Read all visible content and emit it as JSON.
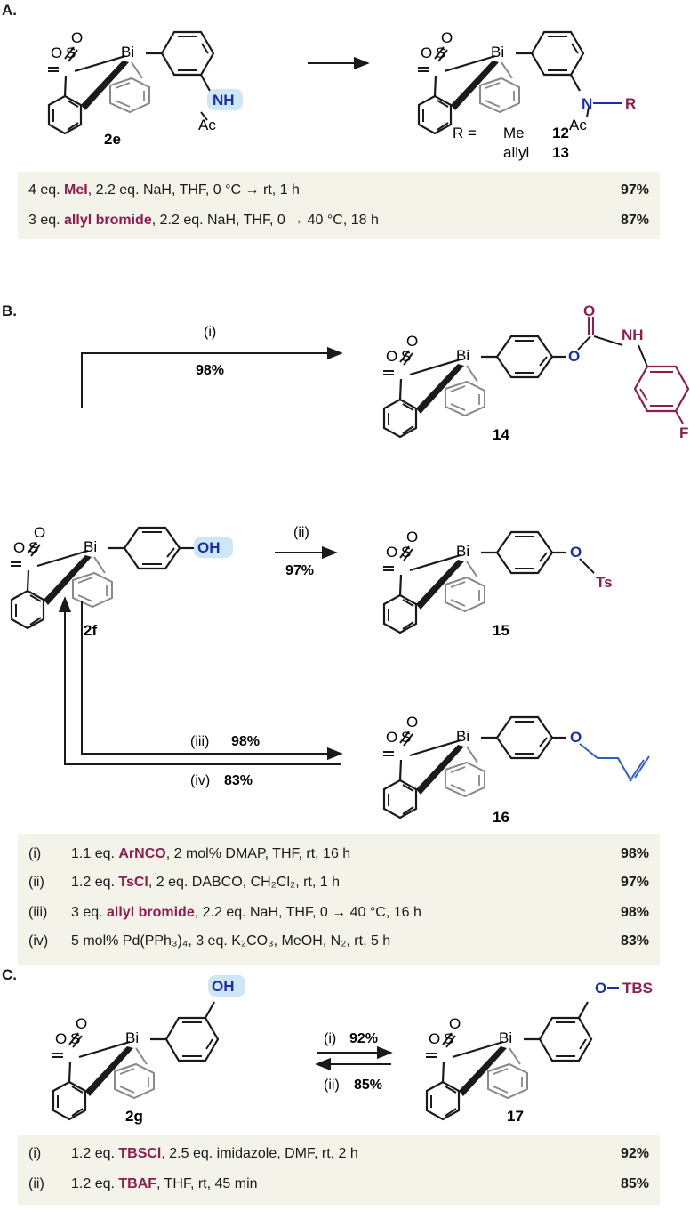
{
  "sections": {
    "a": "A.",
    "b": "B.",
    "c": "C."
  },
  "atoms": {
    "bi": "Bi",
    "s": "S",
    "o": "O",
    "nh": "NH",
    "n": "N",
    "r": "R",
    "ac": "Ac",
    "oh": "OH",
    "f": "F",
    "ts": "Ts",
    "tbs": "TBS"
  },
  "compounds": {
    "c2e": "2e",
    "c12": "12",
    "c13": "13",
    "c14": "14",
    "c2f": "2f",
    "c15": "15",
    "c16": "16",
    "c2g": "2g",
    "c17": "17"
  },
  "r_def": {
    "r_eq": "R  =",
    "me": "Me",
    "allyl": "allyl"
  },
  "arrows": {
    "b_i": "(i)",
    "b_i_y": "98%",
    "b_ii": "(ii)",
    "b_ii_y": "97%",
    "b_iii": "(iii)",
    "b_iii_y": "98%",
    "b_iv": "(iv)",
    "b_iv_y": "83%",
    "c_i": "(i)",
    "c_i_y": "92%",
    "c_ii": "(ii)",
    "c_ii_y": "85%"
  },
  "conditions_a": [
    {
      "pre": "4 eq. ",
      "reagent": "MeI",
      "post": ", 2.2 eq. NaH, THF, 0 °C → rt, 1 h",
      "yield": "97%"
    },
    {
      "pre": "3 eq. ",
      "reagent": "allyl bromide",
      "post": ", 2.2 eq. NaH, THF, 0 → 40 °C, 18 h",
      "yield": "87%"
    }
  ],
  "conditions_b": [
    {
      "tag": "(i)",
      "pre": "1.1 eq. ",
      "reagent": "ArNCO",
      "post": ", 2 mol% DMAP, THF, rt, 16 h",
      "yield": "98%"
    },
    {
      "tag": "(ii)",
      "pre": "1.2 eq. ",
      "reagent": "TsCl",
      "post": ", 2 eq. DABCO, CH₂Cl₂, rt, 1 h",
      "yield": "97%"
    },
    {
      "tag": "(iii)",
      "pre": "3 eq. ",
      "reagent": "allyl bromide",
      "post": ", 2.2 eq. NaH, THF, 0 → 40 °C, 16 h",
      "yield": "98%"
    },
    {
      "tag": "(iv)",
      "pre": "5 mol% Pd(PPh₃)₄, 3 eq. K₂CO₃, MeOH, N₂, rt, 5 h",
      "reagent": "",
      "post": "",
      "yield": "83%"
    }
  ],
  "conditions_c": [
    {
      "tag": "(i)",
      "pre": "1.2 eq. ",
      "reagent": "TBSCl",
      "post": ", 2.5 eq. imidazole, DMF, rt, 2 h",
      "yield": "92%"
    },
    {
      "tag": "(ii)",
      "pre": "1.2 eq. ",
      "reagent": "TBAF",
      "post": ", THF, rt, 45 min",
      "yield": "85%"
    }
  ],
  "colors": {
    "heteroatom": "#1a2fa0",
    "reagent": "#8a1f52",
    "highlight": "#cfe6f7",
    "grey_ring": "#888888",
    "panel": "#f4f3ea"
  }
}
